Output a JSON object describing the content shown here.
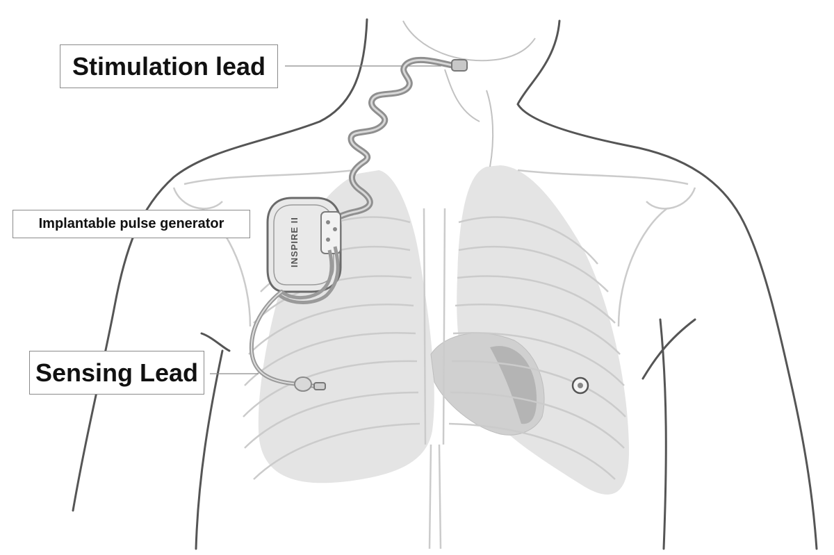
{
  "labels": {
    "stimulation_lead": "Stimulation lead",
    "implantable_pulse_generator": "Implantable pulse generator",
    "sensing_lead": "Sensing Lead"
  },
  "device": {
    "brand_mark": "INSPIRE II"
  },
  "colors": {
    "outline": "#555555",
    "bone": "#c9c9c9",
    "lung_fill": "#e2e2e2",
    "heart_fill": "#b4b4b4",
    "lead": "#9a9a9a",
    "leader_line": "#8a8a8a"
  }
}
